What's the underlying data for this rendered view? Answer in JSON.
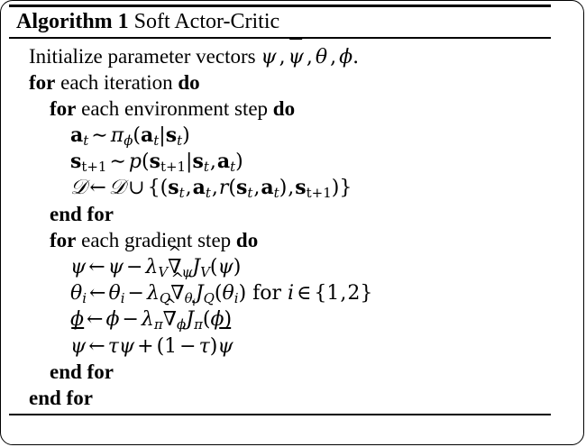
{
  "document": {
    "kind": "algorithm-pseudocode-block",
    "background_color": "#ffffff",
    "text_color": "#000000"
  },
  "header": {
    "keyword": "Algorithm 1",
    "title": "Soft Actor-Critic",
    "full": "Algorithm 1 Soft Actor-Critic"
  },
  "body": {
    "lines": [
      {
        "id": "line-initialize",
        "indent": 1,
        "plain": "Initialize parameter vectors ψ, ψ̄, θ, φ.",
        "text_before": "Initialize parameter vectors "
      },
      {
        "id": "line-for-iteration",
        "indent": 1,
        "plain": "for each iteration do",
        "kw_start": "for",
        "mid": " each iteration ",
        "kw_end": "do"
      },
      {
        "id": "line-for-env-step",
        "indent": 2,
        "plain": "for each environment step do",
        "kw_start": "for",
        "mid": " each environment step ",
        "kw_end": "do"
      },
      {
        "id": "line-sample-action",
        "indent": 3,
        "plain": "a_t ~ π_φ(a_t|s_t)"
      },
      {
        "id": "line-sample-next-state",
        "indent": 3,
        "plain": "s_{t+1} ~ p(s_{t+1}|s_t, a_t)"
      },
      {
        "id": "line-update-buffer",
        "indent": 3,
        "plain": "D ← D ∪ {(s_t, a_t, r(s_t, a_t), s_{t+1})}"
      },
      {
        "id": "line-end-for-env",
        "indent": 2,
        "plain": "end for",
        "kw_start": "end for"
      },
      {
        "id": "line-for-gradient-step",
        "indent": 2,
        "plain": "for each gradient step do",
        "kw_start": "for",
        "mid": " each gradient step ",
        "kw_end": "do"
      },
      {
        "id": "line-update-psi",
        "indent": 3,
        "plain": "ψ ← ψ − λ_V ∇̂_ψ J_V(ψ)"
      },
      {
        "id": "line-update-theta",
        "indent": 3,
        "plain": "θ_i ← θ_i − λ_Q ∇̂_{θ_i} J_Q(θ_i) for i ∈ {1, 2}",
        "trailing_text": " for "
      },
      {
        "id": "line-update-phi",
        "indent": 3,
        "plain": "φ ← φ − λ_π ∇̂_φ J_π(φ)"
      },
      {
        "id": "line-update-psi-bar",
        "indent": 3,
        "plain": "ψ̄ ← τψ + (1 − τ)ψ̄"
      },
      {
        "id": "line-end-for-gradient",
        "indent": 2,
        "plain": "end for",
        "kw_start": "end for"
      },
      {
        "id": "line-end-for-iteration",
        "indent": 1,
        "plain": "end for",
        "kw_start": "end for"
      }
    ],
    "keywords": {
      "for": "for",
      "do": "do",
      "end_for": "end for",
      "for_inline": "for"
    },
    "text": {
      "initialize": "Initialize parameter vectors ",
      "each_iteration": " each iteration ",
      "each_environment_step": " each environment step ",
      "each_gradient_step": " each gradient step ",
      "period": "."
    },
    "symbols": {
      "psi": "ψ",
      "psi_bar": "ψ",
      "theta": "θ",
      "phi": "ϕ",
      "pi": "π",
      "tau": "τ",
      "lambda": "λ",
      "nabla": "∇",
      "hat": "^",
      "comma": ",",
      "sim": "∼",
      "leftarrow": "←",
      "cup": "∪",
      "in": "∈",
      "minus": "−",
      "plus": "+",
      "mid": "|",
      "D_cal": "𝒟",
      "J": "J",
      "p": "p",
      "r": "r",
      "a": "a",
      "s": "s",
      "t": "t",
      "i": "i",
      "V": "V",
      "Q": "Q",
      "one": "1",
      "two": "2",
      "t_plus_1": "t+1"
    }
  }
}
